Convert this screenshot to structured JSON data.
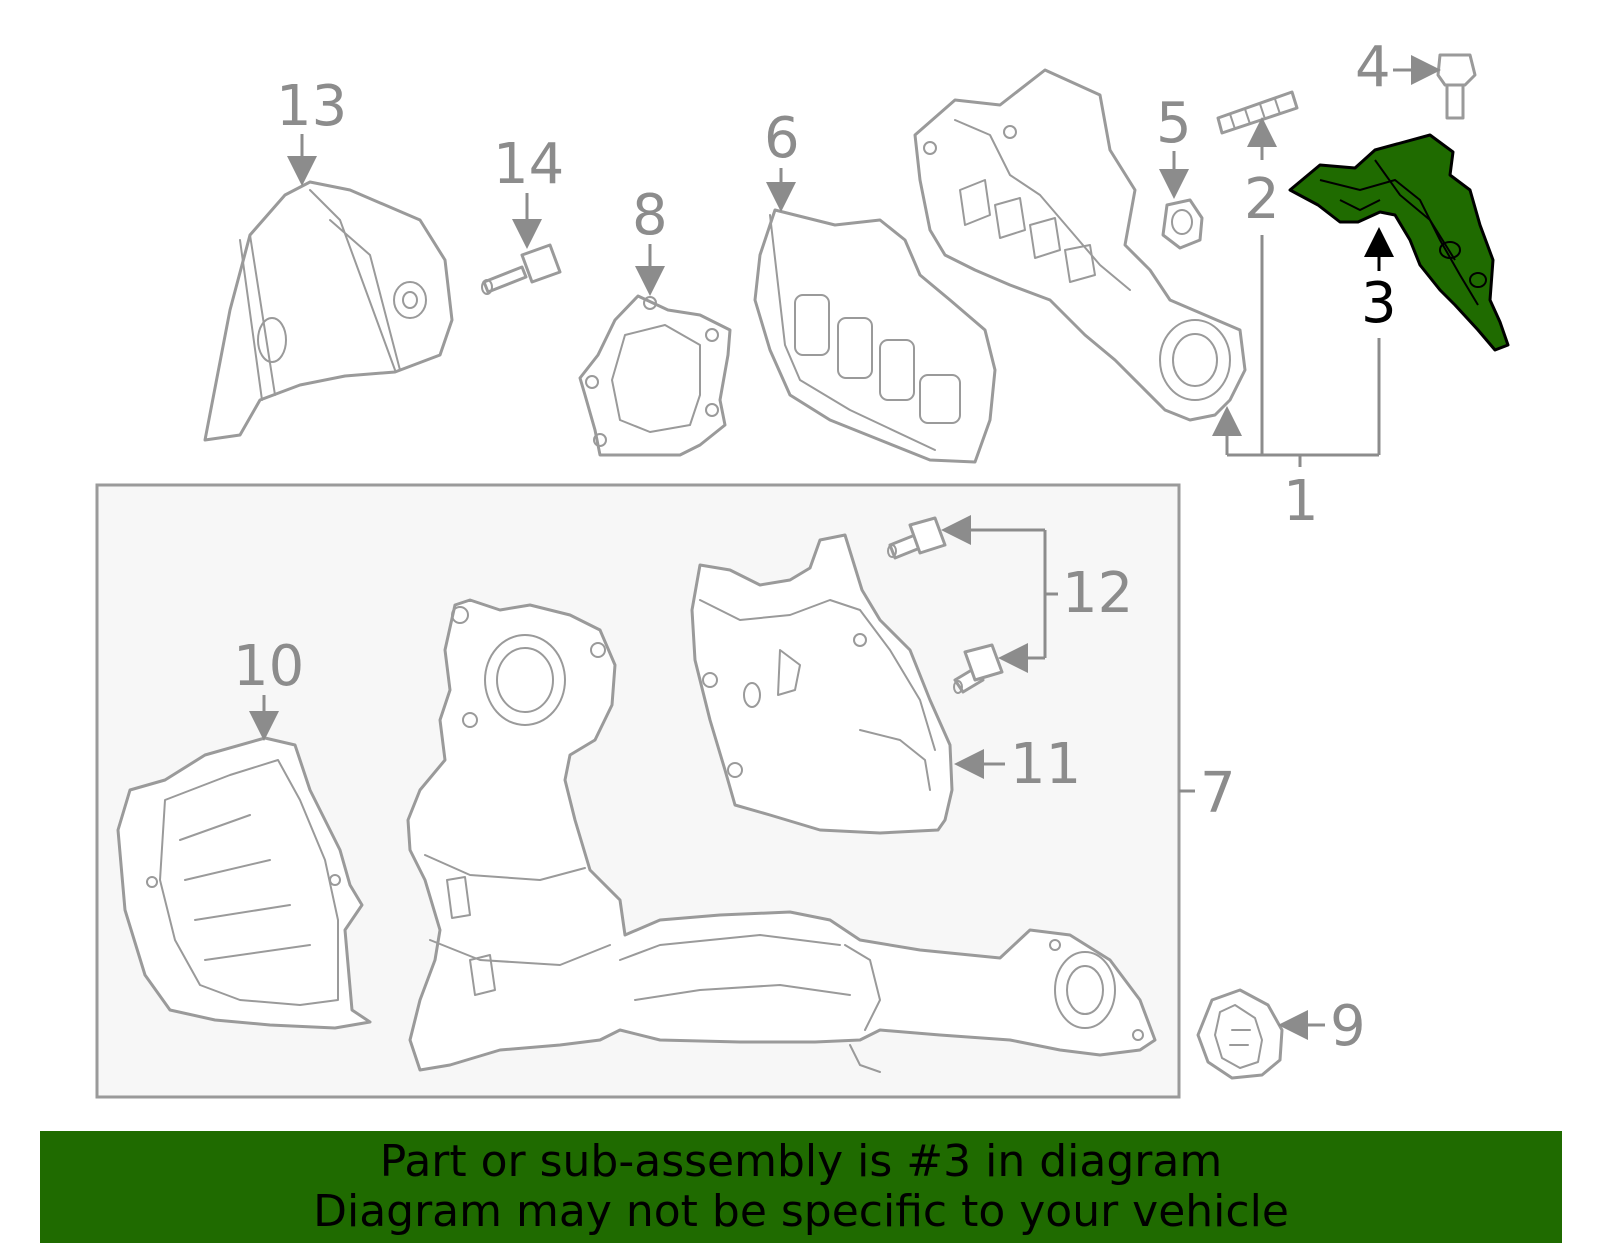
{
  "diagram": {
    "callouts": {
      "c1": "1",
      "c2": "2",
      "c3": "3",
      "c4": "4",
      "c5": "5",
      "c6": "6",
      "c7": "7",
      "c8": "8",
      "c9": "9",
      "c10": "10",
      "c11": "11",
      "c12": "12",
      "c13": "13",
      "c14": "14"
    },
    "highlighted_part": "3",
    "highlight_color": "#1f6b00",
    "line_color": "#9a9a9a",
    "subassembly_box_color": "#f7f7f7"
  },
  "banner": {
    "line1": "Part or sub-assembly is #3 in diagram",
    "line2": "Diagram may not be specific to your vehicle",
    "background": "#1f6b00"
  }
}
